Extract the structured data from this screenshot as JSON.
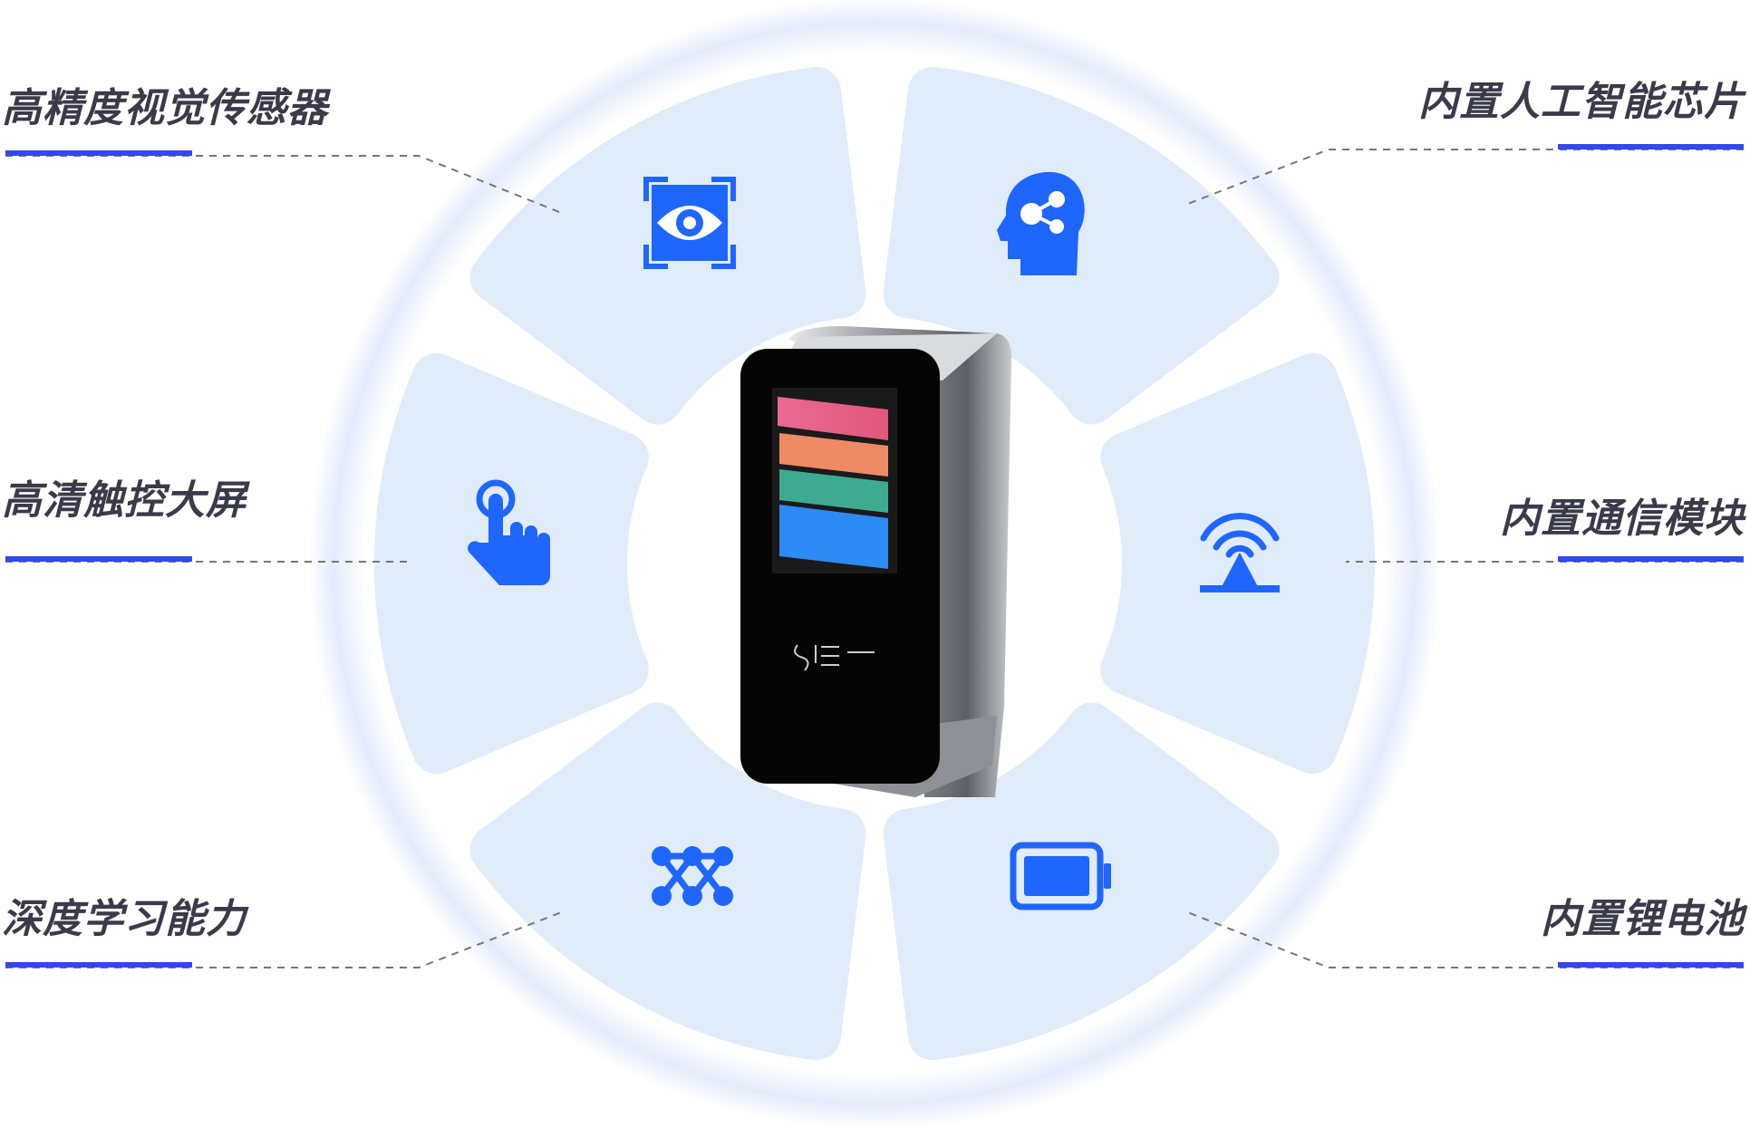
{
  "colors": {
    "accent": "#1f66ff",
    "segment": "#e1ecfa",
    "text": "#3a3a4a",
    "underline": "#3347ee"
  },
  "features": [
    {
      "label": "高精度视觉传感器",
      "icon": "eye-scan-icon"
    },
    {
      "label": "内置人工智能芯片",
      "icon": "ai-head-icon"
    },
    {
      "label": "高清触控大屏",
      "icon": "touch-hand-icon"
    },
    {
      "label": "内置通信模块",
      "icon": "wireless-signal-icon"
    },
    {
      "label": "深度学习能力",
      "icon": "neural-network-icon"
    },
    {
      "label": "内置锂电池",
      "icon": "battery-icon"
    }
  ]
}
